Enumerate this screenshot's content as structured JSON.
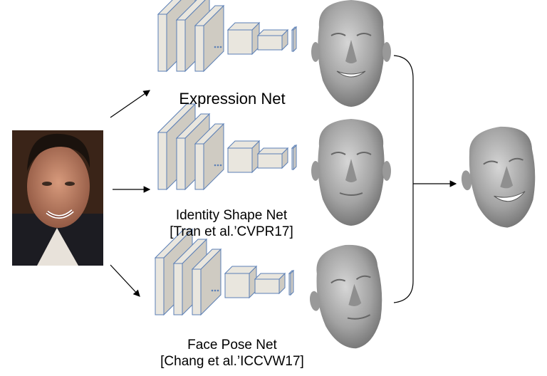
{
  "nets": [
    {
      "name": "expression",
      "title": "Expression Net",
      "citation": ""
    },
    {
      "name": "identity",
      "title": "Identity Shape Net",
      "citation": "[Tran et al.’CVPR17]"
    },
    {
      "name": "pose",
      "title": "Face Pose Net",
      "citation": "[Chang et al.’ICCVW17]"
    }
  ],
  "colors": {
    "block_fill": "#e9e6de",
    "block_shade": "#cfcbc2",
    "block_stroke": "#5b7fb6",
    "mesh_fill": "#a9a9a9",
    "arrow": "#000000",
    "photo_bg": "#3a2418"
  },
  "icons": {
    "input_photo": "face-photo",
    "mesh_expression": "face-mesh-smiling",
    "mesh_identity": "face-mesh-neutral",
    "mesh_pose": "face-mesh-rotated",
    "mesh_output": "face-mesh-combined"
  }
}
